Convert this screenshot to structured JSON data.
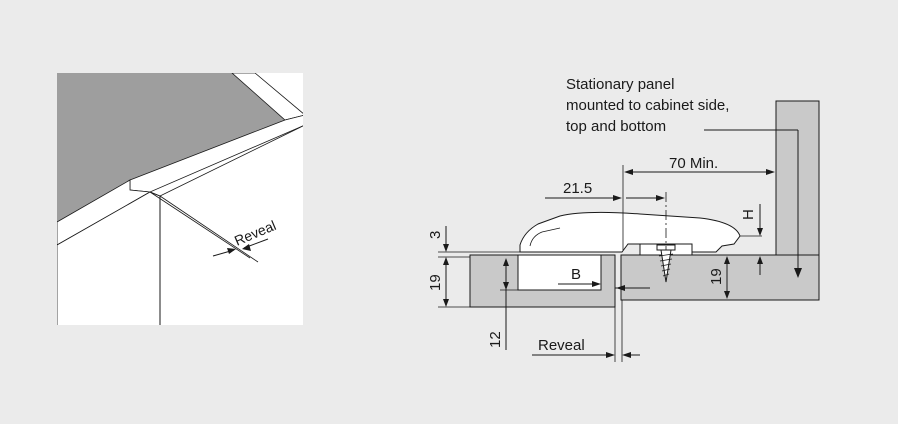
{
  "perspective_view": {
    "label_reveal": "Reveal"
  },
  "section_view": {
    "note_lines": [
      "Stationary panel",
      "mounted to cabinet side,",
      "top and bottom"
    ],
    "dim_70": "70 Min.",
    "dim_21_5": "21.5",
    "dim_H": "H",
    "dim_3": "3",
    "dim_19_left": "19",
    "dim_B": "B",
    "dim_19_right": "19",
    "dim_12": "12",
    "dim_reveal": "Reveal"
  },
  "colors": {
    "background": "#ebebeb",
    "panel_fill": "#c9c9c9",
    "panel_top": "#9e9e9e",
    "white": "#ffffff",
    "line": "#1a1a1a"
  }
}
